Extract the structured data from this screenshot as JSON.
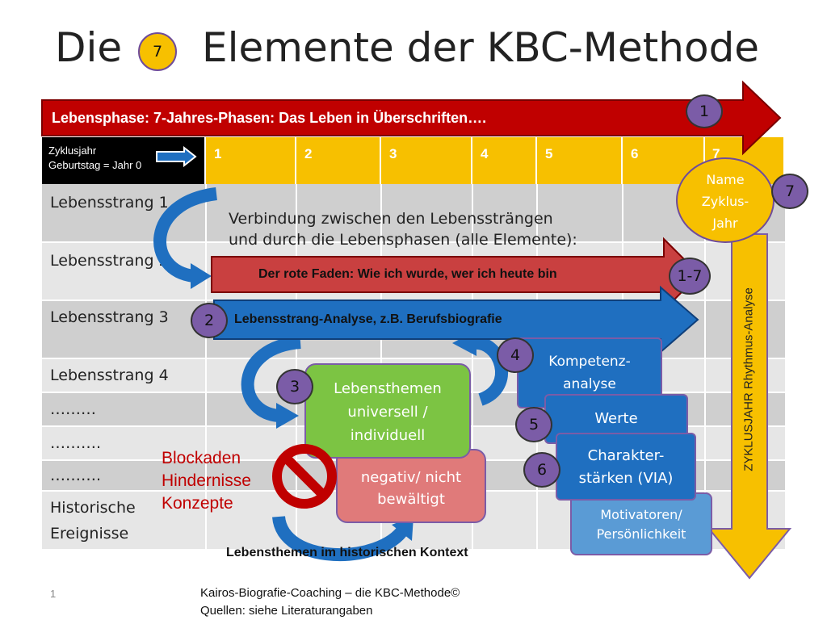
{
  "title": {
    "part1": "Die",
    "badge": "7",
    "part2": "Elemente der KBC-Methode"
  },
  "phase_arrow": {
    "label": "Lebensphase: 7-Jahres-Phasen: Das Leben in Überschriften….",
    "badge": "1"
  },
  "header": {
    "line1": "Zyklusjahr",
    "line2": "Geburtstag = Jahr 0",
    "years": [
      "1",
      "2",
      "3",
      "4",
      "5",
      "6",
      "7"
    ]
  },
  "rows": [
    "Lebensstrang 1",
    "Lebensstrang 2",
    "Lebensstrang 3",
    "Lebensstrang 4",
    "………",
    "……….",
    "……….",
    "Historische",
    "Ereignisse"
  ],
  "connection": {
    "line1": "Verbindung zwischen den Lebenssträngen",
    "line2": "und durch die Lebensphasen (alle Elemente):"
  },
  "red_thread": {
    "label": "Der rote Faden: Wie ich wurde, wer ich heute bin",
    "badge": "1-7"
  },
  "strand_analysis": {
    "label": "Lebensstrang-Analyse,  z.B. Berufsbiografie",
    "badge": "2"
  },
  "life_themes": {
    "line1": "Lebensthemen",
    "line2": "universell /",
    "line3": "individuell",
    "badge": "3"
  },
  "negative": {
    "line1": "negativ/ nicht",
    "line2": "bewältigt"
  },
  "blockades": {
    "line1": "Blockaden",
    "line2": "Hindernisse",
    "line3": "Konzepte"
  },
  "competence": {
    "line1": "Kompetenz-",
    "line2": "analyse",
    "badge": "4"
  },
  "values": {
    "label": "Werte",
    "badge": "5"
  },
  "strengths": {
    "line1": "Charakter-",
    "line2": "stärken (VIA)",
    "badge": "6"
  },
  "motivators": {
    "line1": "Motivatoren/",
    "line2": "Persönlichkeit"
  },
  "name_cycle": {
    "line1": "Name",
    "line2": "Zyklus-",
    "line3": "Jahr",
    "badge": "7"
  },
  "rhythm": {
    "label": "ZYKLUSJAHR  Rhythmus-Analyse"
  },
  "historical_context": {
    "label": "Lebensthemen  im historischen Kontext"
  },
  "footer": {
    "page": "1",
    "line1": "Kairos-Biografie-Coaching – die KBC-Methode©",
    "line2": "Quellen: siehe Literaturangaben"
  },
  "colors": {
    "red": "#c00000",
    "blue": "#1f6fc0",
    "green": "#7cc443",
    "pink": "#e07a7a",
    "orange": "#f7c000",
    "purple": "#6f4c9b",
    "light_blue": "#5a9bd5"
  }
}
